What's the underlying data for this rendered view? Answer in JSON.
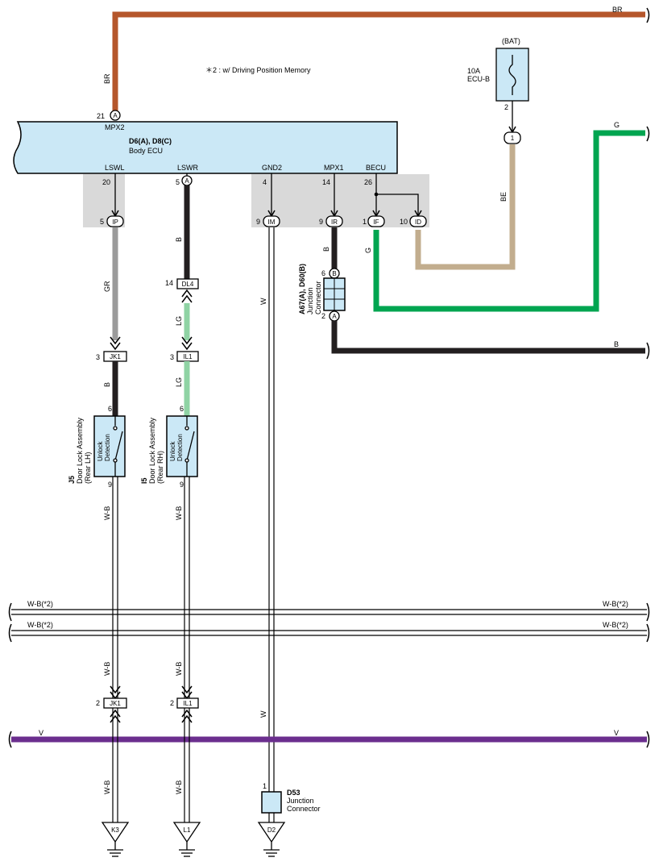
{
  "note": "＊2 : w/ Driving Position Memory",
  "ecu": {
    "ref": "D6(A), D8(C)",
    "name": "Body ECU",
    "pin_mpx2": "MPX2",
    "pin_mpx2_num": "21",
    "pin_mpx2_conn": "A",
    "labels": {
      "lswl": "LSWL",
      "lswr": "LSWR",
      "gnd2": "GND2",
      "mpx1": "MPX1",
      "becu": "BECU"
    },
    "pins": {
      "lswl": "20",
      "lswr": "5",
      "gnd2": "4",
      "mpx1": "14",
      "becu": "26"
    },
    "pin_lswr_conn": "A"
  },
  "fuse": {
    "source": "(BAT)",
    "rating": "10A",
    "name": "ECU-B",
    "pin": "2",
    "connector": "1"
  },
  "wires": {
    "br": "BR",
    "g": "G",
    "be": "BE",
    "b": "B",
    "gr": "GR",
    "lg": "LG",
    "w": "W",
    "wb": "W-B",
    "v": "V",
    "wb2": "W-B(*2)"
  },
  "connectors": {
    "ip": {
      "pin": "5",
      "name": "IP"
    },
    "im": {
      "pin": "9",
      "name": "IM"
    },
    "ir": {
      "pin": "9",
      "name": "IR"
    },
    "if": {
      "pin": "1",
      "name": "IF"
    },
    "id": {
      "pin": "10",
      "name": "ID"
    },
    "dl4": {
      "pin": "14",
      "name": "DL4"
    },
    "jk1_top": {
      "pin": "3",
      "name": "JK1"
    },
    "il1_top": {
      "pin": "3",
      "name": "IL1"
    },
    "jk1_bot": {
      "pin": "2",
      "name": "JK1"
    },
    "il1_bot": {
      "pin": "2",
      "name": "IL1"
    }
  },
  "junction_a67": {
    "ref": "A67(A), D60(B)",
    "name1": "Junction",
    "name2": "Connector",
    "pin_top": "6",
    "conn_top": "B",
    "pin_bot": "2",
    "conn_bot": "A"
  },
  "junction_d53": {
    "ref": "D53",
    "name1": "Junction",
    "name2": "Connector",
    "pin": "1"
  },
  "lock_lh": {
    "ref": "J5",
    "name1": "Door Lock Assembly",
    "name2": "(Rear LH)",
    "sw1": "Unlock",
    "sw2": "Detection",
    "pin_top": "6",
    "pin_bot": "9"
  },
  "lock_rh": {
    "ref": "I5",
    "name1": "Door Lock Assembly",
    "name2": "(Rear RH)",
    "sw1": "Unlock",
    "sw2": "Detection",
    "pin_top": "6",
    "pin_bot": "9"
  },
  "grounds": {
    "k3": "K3",
    "l1": "L1",
    "d2": "D2"
  },
  "colors": {
    "br": "#b5562b",
    "g": "#00a550",
    "be": "#c2ad8e",
    "b": "#231f20",
    "gr": "#9b9b9b",
    "lg": "#8fd3a4",
    "v": "#6b2e8e",
    "ecu_fill": "#cbe8f6",
    "gray_box": "#d9d9d9"
  }
}
